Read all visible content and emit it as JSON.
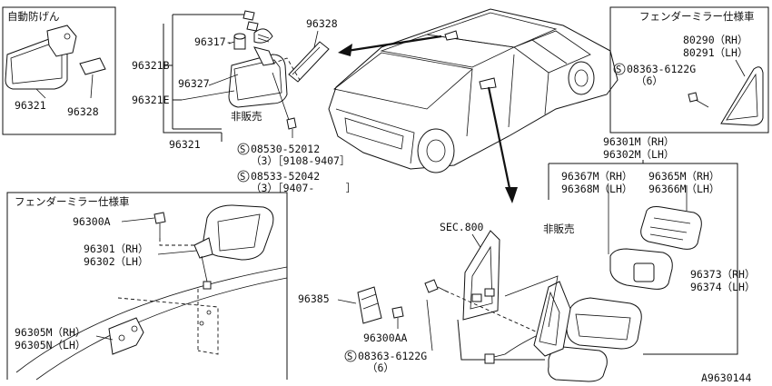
{
  "labels": {
    "auto_antiglare": "自動防げん",
    "fender_mirror_spec_tr": "フェンダーミラー仕様車",
    "fender_mirror_spec_bl": "フェンダーミラー仕様車",
    "not_for_sale_1": "非販売",
    "not_for_sale_2": "非販売",
    "sec800": "SEC.800",
    "diagram_id": "A9630144"
  },
  "parts": {
    "p96321_inset": "96321",
    "p96328_inset": "96328",
    "p96328": "96328",
    "p96317": "96317-",
    "p96321b": "96321B",
    "p96327": "96327",
    "p96321e": "96321E",
    "p96321": "96321",
    "p80290": "80290（RH）",
    "p80291": "80291（LH）",
    "s08363_top": "08363-6122G",
    "s08363_top_qty": "（6）",
    "s08530": "08530-52012",
    "s08530_qty": "（3）［9108-9407］",
    "s08533": "08533-52042",
    "s08533_qty": "（3）［9407-　　　］",
    "p96301m": "96301M（RH）",
    "p96302m": "96302M（LH）",
    "p96367m": "96367M（RH）",
    "p96368m": "96368M（LH）",
    "p96365m": "96365M（RH）",
    "p96366m": "96366M（LH）",
    "p96373": "96373（RH）",
    "p96374": "96374（LH）",
    "p96300a": "96300A",
    "p96301": "96301（RH）",
    "p96302": "96302（LH）",
    "p96305m": "96305M（RH）",
    "p96305n": "96305N（LH）",
    "p96385": "96385",
    "p96300aa": "96300AA",
    "s08363_bot": "08363-6122G",
    "s08363_bot_qty": "（6）",
    "screw_symbol": "S"
  }
}
